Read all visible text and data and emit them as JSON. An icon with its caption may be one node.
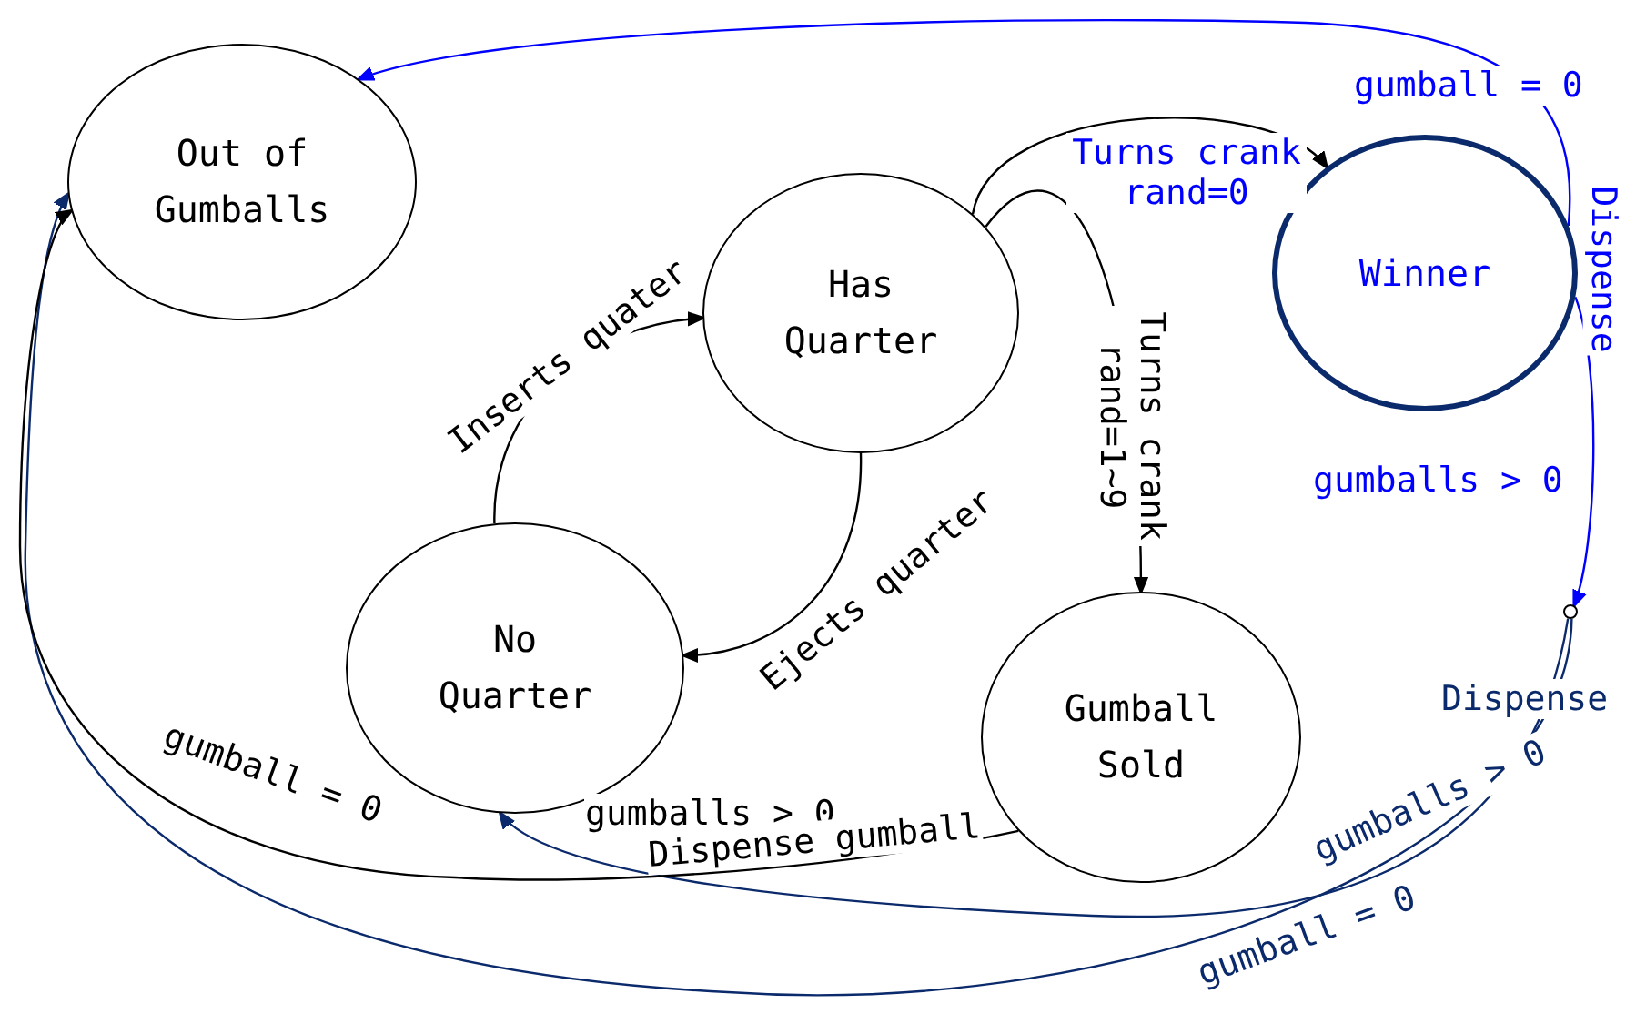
{
  "diagram": {
    "nodes": [
      {
        "text": [
          "Out of Gumballs"
        ]
      },
      {
        "text": [
          "Has Quarter"
        ]
      },
      {
        "text": [
          "Winner"
        ]
      },
      {
        "text": [
          "No Quarter"
        ]
      },
      {
        "text": [
          "Gumball Sold"
        ]
      },
      {
        "text": [],
        "shape": "circle"
      }
    ],
    "edges": [
      {
        "from": 3,
        "to": 1,
        "arrow": "to",
        "label": "Inserts quater"
      },
      {
        "from": 1,
        "to": 3,
        "arrow": "to",
        "label": "Ejects quarter"
      },
      {
        "from": 1,
        "to": 2,
        "arrow": "to",
        "label": "Turns crank rand=0"
      },
      {
        "from": 1,
        "to": 4,
        "arrow": "to",
        "label": "Turns crank rand=1~9"
      },
      {
        "from": 2,
        "to": 0,
        "arrow": "to",
        "label": "gumball = 0",
        "color": "#0000ff"
      },
      {
        "from": 2,
        "to": 5,
        "arrow": "to",
        "label": "Dispense",
        "color": "#0000ff"
      },
      {
        "from": 5,
        "to": 3,
        "arrow": "to",
        "label": "gumballs > 0",
        "color": "#0b2a6b"
      },
      {
        "from": 5,
        "to": 0,
        "arrow": "to",
        "label": "gumball = 0",
        "color": "#0b2a6b"
      },
      {
        "from": 4,
        "to": 0,
        "arrow": "to",
        "label": "gumball = 0"
      }
    ],
    "labels": [
      "gumballs > 0",
      "Dispense gumball",
      "gumballs > 0",
      "Dispense"
    ]
  }
}
